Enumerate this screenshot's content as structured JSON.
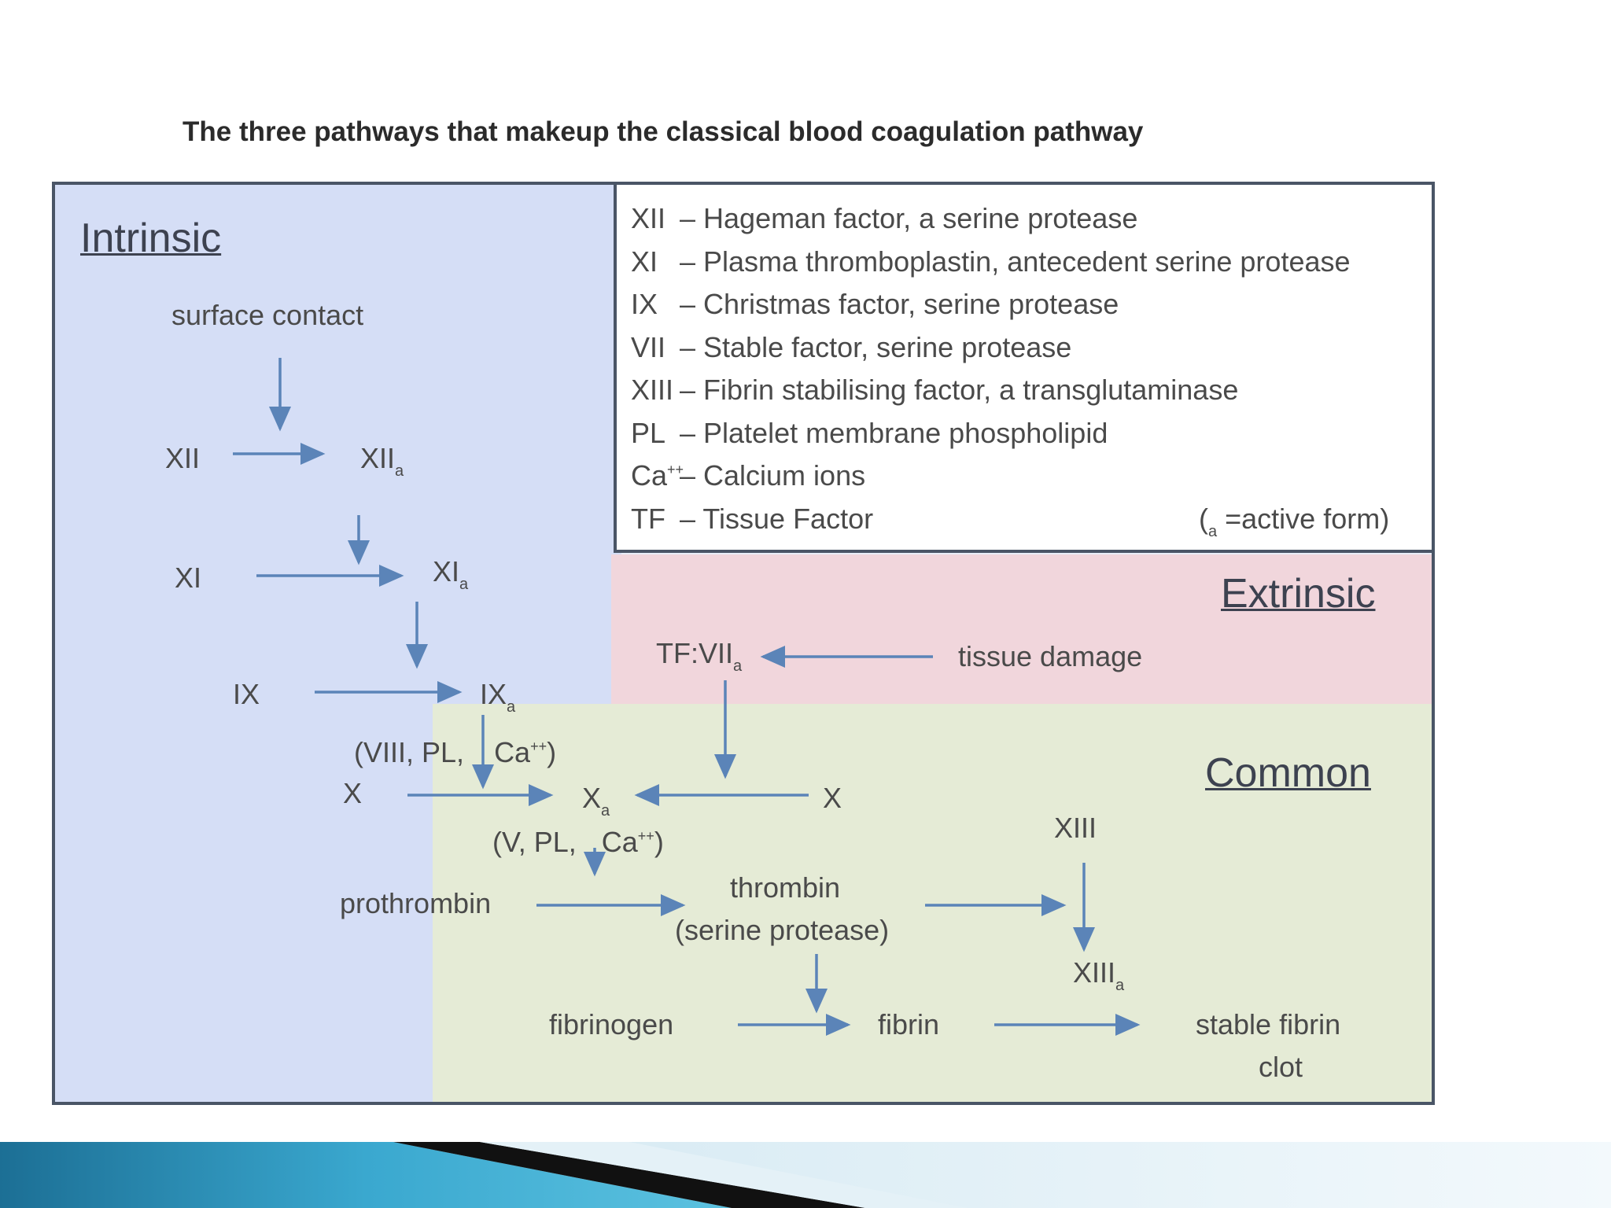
{
  "title": "The three pathways that makeup the classical blood coagulation pathway",
  "sections": {
    "intrinsic": "Intrinsic",
    "extrinsic": "Extrinsic",
    "common": "Common"
  },
  "legend": [
    {
      "abbr": "XII",
      "text": "– Hageman factor, a serine protease"
    },
    {
      "abbr": "XI",
      "text": "– Plasma thromboplastin, antecedent serine protease"
    },
    {
      "abbr": "IX",
      "text": "– Christmas factor, serine protease"
    },
    {
      "abbr": "VII",
      "text": "– Stable factor, serine protease"
    },
    {
      "abbr": "XIII",
      "text": "– Fibrin stabilising factor, a transglutaminase"
    },
    {
      "abbr": "PL",
      "text": "– Platelet membrane phospholipid"
    },
    {
      "abbr": "Ca",
      "text": "– Calcium ions"
    },
    {
      "abbr": "TF",
      "text": "– Tissue Factor"
    }
  ],
  "legend_ca_superscript": "++",
  "legend_note": {
    "open": "(",
    "subscript": "a",
    "text": " =active form)"
  },
  "nodes": {
    "surface_contact": "surface contact",
    "xii": "XII",
    "xiia": {
      "base": "XII",
      "sub": "a"
    },
    "xi": "XI",
    "xia": {
      "base": "XI",
      "sub": "a"
    },
    "ix": "IX",
    "ixa": {
      "base": "IX",
      "sub": "a"
    },
    "cofactor1": {
      "pre": "(VIII, PL,",
      "ca": "Ca",
      "sup": "++",
      "post": ")"
    },
    "x_left": "X",
    "xa": {
      "base": "X",
      "sub": "a"
    },
    "x_right": "X",
    "tf_viia": {
      "base": "TF:VII",
      "sub": "a"
    },
    "tissue_damage": "tissue damage",
    "cofactor2": {
      "pre": "(V, PL,",
      "ca": "Ca",
      "sup": "++",
      "post": ")"
    },
    "xiii": "XIII",
    "prothrombin": "prothrombin",
    "thrombin": "thrombin",
    "serine_protease": "(serine protease)",
    "xiiia": {
      "base": "XIII",
      "sub": "a"
    },
    "fibrinogen": "fibrinogen",
    "fibrin": "fibrin",
    "stable_fibrin": "stable fibrin",
    "clot": "clot"
  },
  "colors": {
    "arrow": "#5b84b8",
    "intrinsic_bg": "#d5def6",
    "extrinsic_bg": "#f1d6dc",
    "common_bg": "#e5ebd6"
  }
}
